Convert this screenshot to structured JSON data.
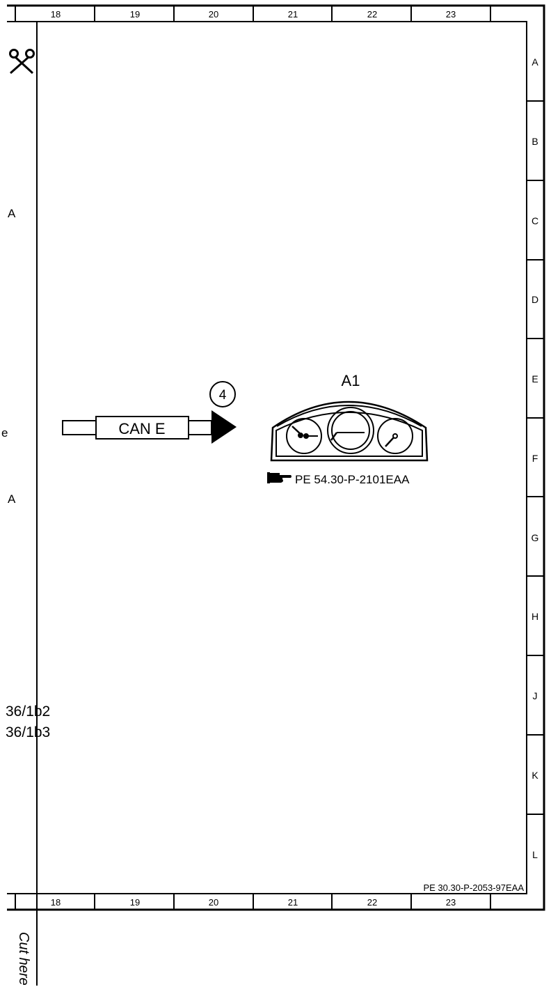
{
  "column_numbers": [
    "18",
    "19",
    "20",
    "21",
    "22",
    "23"
  ],
  "row_letters": [
    "A",
    "B",
    "C",
    "D",
    "E",
    "F",
    "G",
    "H",
    "J",
    "K",
    "L"
  ],
  "left_margin": {
    "ref_a_top": "A",
    "ref_e_partial": "e",
    "ref_a_bottom": "A",
    "component_refs": [
      "36/1b2",
      "36/1b3"
    ]
  },
  "bus": {
    "label": "CAN E",
    "callout": "4"
  },
  "component": {
    "id": "A1",
    "reference": "PE 54.30-P-2101EAA",
    "reference_icon": "pointing-hand-icon"
  },
  "document_number": "PE 30.30-P-2053-97EAA",
  "cut_label": "Cut here",
  "cut_icon": "scissors-icon"
}
